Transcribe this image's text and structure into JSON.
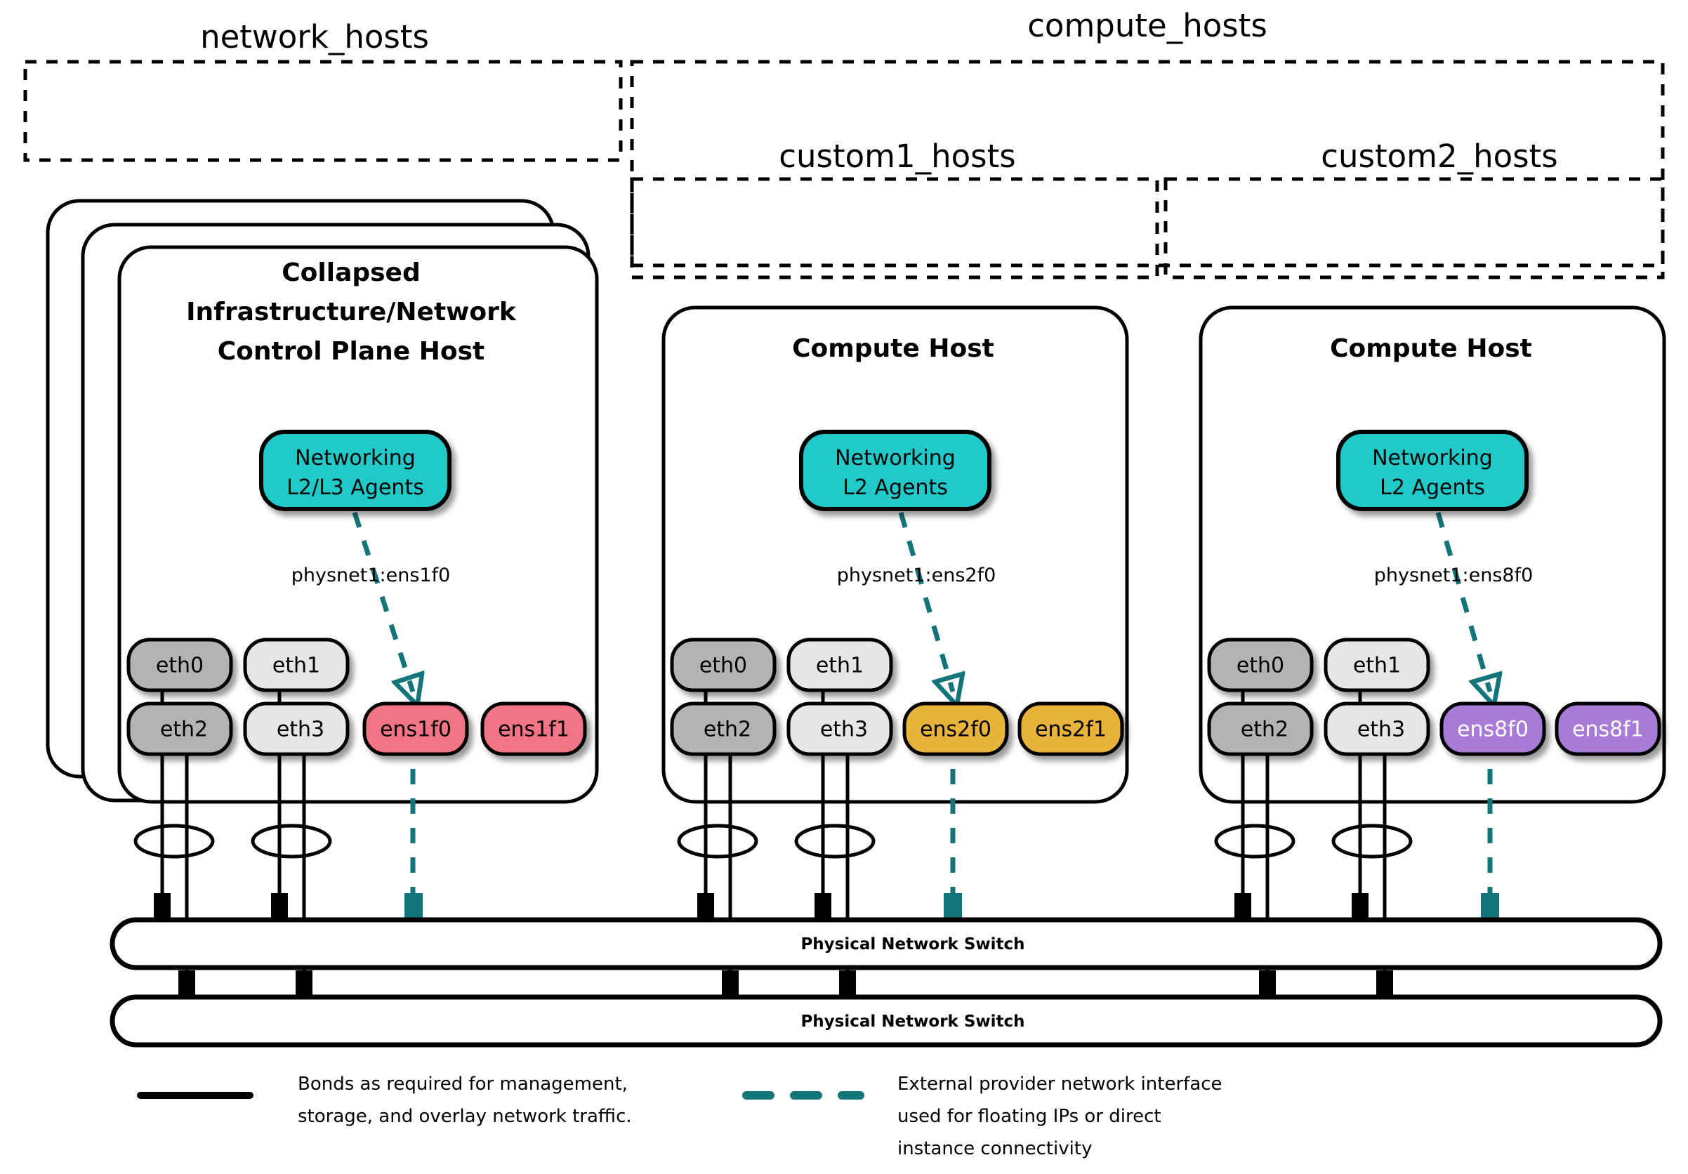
{
  "groups": [
    {
      "id": "network_hosts",
      "label": "network_hosts"
    },
    {
      "id": "compute_hosts",
      "label": "compute_hosts"
    },
    {
      "id": "custom1_hosts",
      "label": "custom1_hosts"
    },
    {
      "id": "custom2_hosts",
      "label": "custom2_hosts"
    }
  ],
  "hosts": [
    {
      "id": "controller",
      "title": "Collapsed\nInfrastructure/Network\nControl Plane Host",
      "title_lines": [
        "Collapsed",
        "Infrastructure/Network",
        "Control Plane Host"
      ],
      "stacked": true,
      "stack_count": 3,
      "agent": {
        "lines": [
          "Networking",
          "L2/L3 Agents"
        ],
        "color": "#22C9C9"
      },
      "physnet_label": "physnet1:ens1f0",
      "nics_top": [
        {
          "name": "eth0",
          "color": "#B3B3B3",
          "text_color": "#000000"
        },
        {
          "name": "eth1",
          "color": "#E6E6E6",
          "text_color": "#000000"
        }
      ],
      "nics_bottom": [
        {
          "name": "eth2",
          "color": "#B3B3B3",
          "text_color": "#000000"
        },
        {
          "name": "eth3",
          "color": "#E6E6E6",
          "text_color": "#000000"
        },
        {
          "name": "ens1f0",
          "color": "#F27486",
          "text_color": "#000000"
        },
        {
          "name": "ens1f1",
          "color": "#F27486",
          "text_color": "#000000"
        }
      ]
    },
    {
      "id": "compute1",
      "title": "Compute Host",
      "title_lines": [
        "Compute Host"
      ],
      "stacked": false,
      "stack_count": 1,
      "agent": {
        "lines": [
          "Networking",
          "L2 Agents"
        ],
        "color": "#22C9C9"
      },
      "physnet_label": "physnet1:ens2f0",
      "nics_top": [
        {
          "name": "eth0",
          "color": "#B3B3B3",
          "text_color": "#000000"
        },
        {
          "name": "eth1",
          "color": "#E6E6E6",
          "text_color": "#000000"
        }
      ],
      "nics_bottom": [
        {
          "name": "eth2",
          "color": "#B3B3B3",
          "text_color": "#000000"
        },
        {
          "name": "eth3",
          "color": "#E6E6E6",
          "text_color": "#000000"
        },
        {
          "name": "ens2f0",
          "color": "#E8B33B",
          "text_color": "#000000"
        },
        {
          "name": "ens2f1",
          "color": "#E8B33B",
          "text_color": "#000000"
        }
      ]
    },
    {
      "id": "compute2",
      "title": "Compute Host",
      "title_lines": [
        "Compute Host"
      ],
      "stacked": false,
      "stack_count": 1,
      "agent": {
        "lines": [
          "Networking",
          "L2 Agents"
        ],
        "color": "#22C9C9"
      },
      "physnet_label": "physnet1:ens8f0",
      "nics_top": [
        {
          "name": "eth0",
          "color": "#B3B3B3",
          "text_color": "#000000"
        },
        {
          "name": "eth1",
          "color": "#E6E6E6",
          "text_color": "#000000"
        }
      ],
      "nics_bottom": [
        {
          "name": "eth2",
          "color": "#B3B3B3",
          "text_color": "#000000"
        },
        {
          "name": "eth3",
          "color": "#E6E6E6",
          "text_color": "#000000"
        },
        {
          "name": "ens8f0",
          "color": "#A87BD6",
          "text_color": "#ffffff"
        },
        {
          "name": "ens8f1",
          "color": "#A87BD6",
          "text_color": "#ffffff"
        }
      ]
    }
  ],
  "switches": [
    {
      "id": "switch_top",
      "label": "Physical Network Switch"
    },
    {
      "id": "switch_bottom",
      "label": "Physical Network Switch"
    }
  ],
  "legend": [
    {
      "id": "bonds",
      "style": "solid",
      "color": "#000000",
      "lines": [
        "Bonds as required for management,",
        "storage, and overlay network traffic."
      ]
    },
    {
      "id": "external-provider",
      "style": "dashed",
      "color": "#13757A",
      "lines": [
        "External provider network interface",
        "used for floating IPs or direct",
        "instance connectivity"
      ]
    }
  ],
  "colors": {
    "teal_accent": "#13757A",
    "agent_cyan": "#22C9C9",
    "nic_gray_dark": "#B3B3B3",
    "nic_gray_light": "#E6E6E6",
    "nic_pink": "#F27486",
    "nic_orange": "#E8B33B",
    "nic_purple": "#A87BD6",
    "stroke": "#000000",
    "background": "#FFFFFF"
  }
}
